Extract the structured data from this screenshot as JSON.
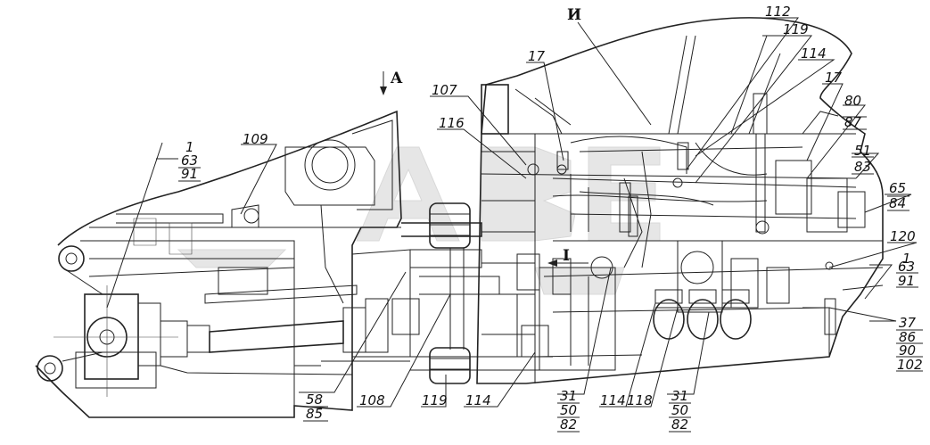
{
  "labels": {
    "view_a": "A",
    "view_i": "И",
    "view_roman": "I",
    "l1a": "1",
    "l63a": "63",
    "l91a": "91",
    "l109": "109",
    "l107": "107",
    "l116": "116",
    "l17a": "17",
    "l112": "112",
    "l119a": "119",
    "l114a": "114",
    "l17b": "17",
    "l80": "80",
    "l87": "87",
    "l51": "51",
    "l83": "83",
    "l65": "65",
    "l84": "84",
    "l120": "120",
    "l1b": "1",
    "l63b": "63",
    "l91b": "91",
    "l37": "37",
    "l86": "86",
    "l90": "90",
    "l102": "102",
    "l58": "58",
    "l85": "85",
    "l108": "108",
    "l119b": "119",
    "l114b": "114",
    "l31a": "31",
    "l50a": "50",
    "l82a": "82",
    "l114c": "114",
    "l118": "118",
    "l31b": "31",
    "l50b": "50",
    "l82b": "82"
  },
  "colors": {
    "line": "#222222",
    "watermark": "#e6e6e6",
    "background": "#ffffff"
  }
}
